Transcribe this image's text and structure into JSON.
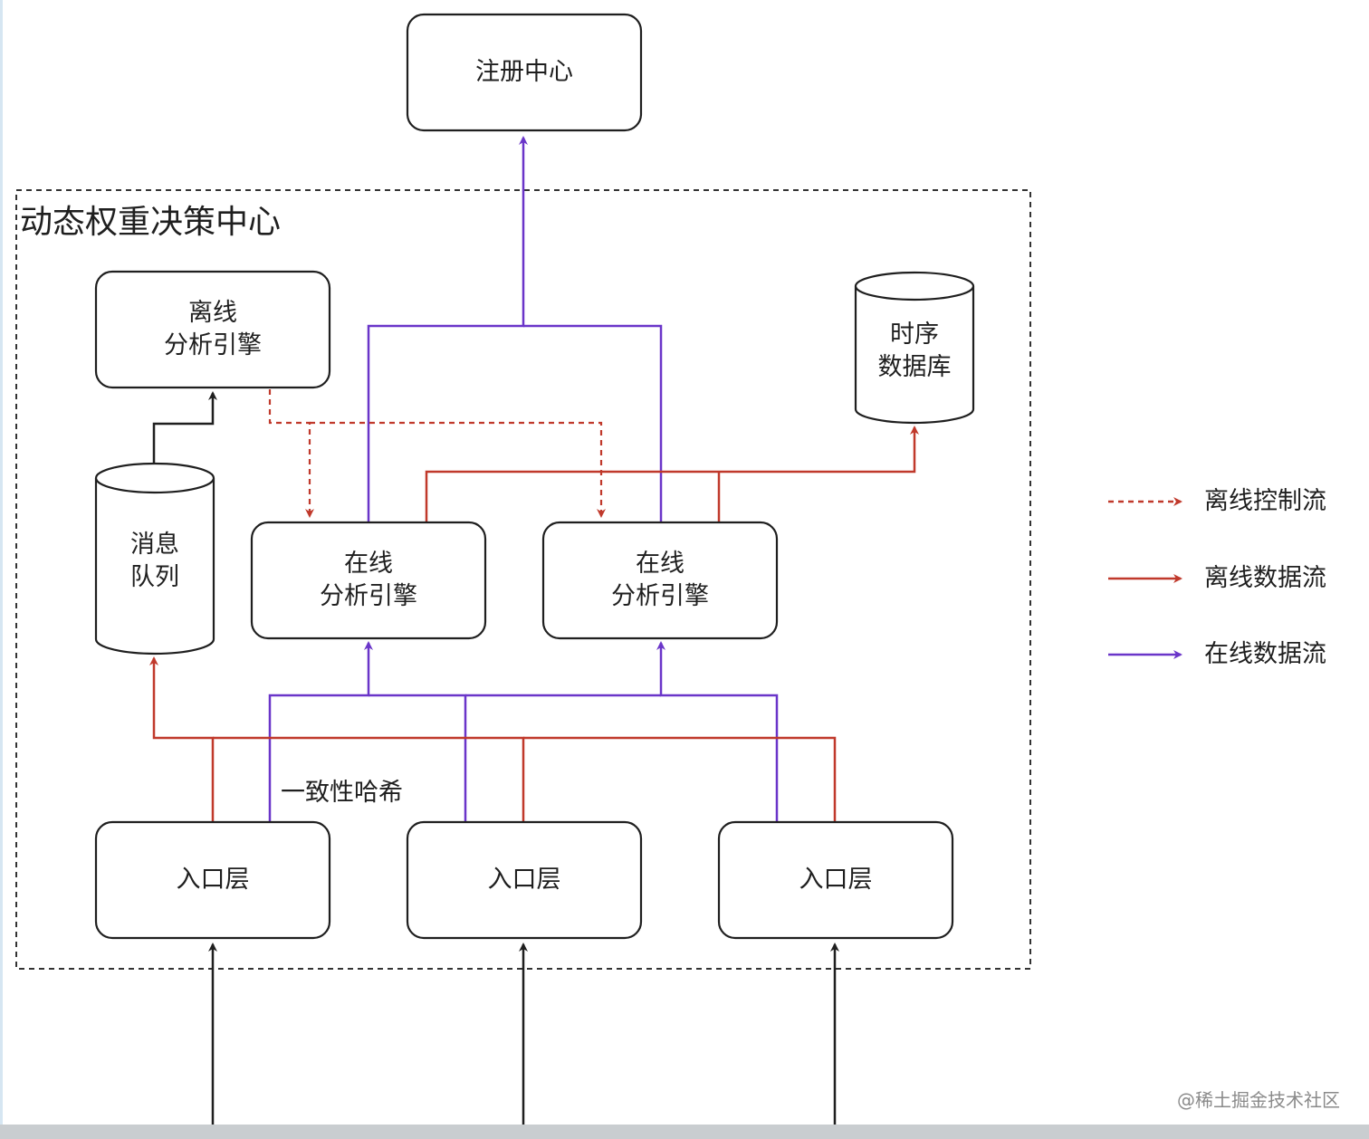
{
  "group": {
    "title": "动态权重决策中心"
  },
  "nodes": {
    "registry": {
      "label": "注册中心"
    },
    "offline_engine": {
      "label": "离线\n分析引擎"
    },
    "tsdb": {
      "label": "时序\n数据库"
    },
    "mq": {
      "label": "消息\n队列"
    },
    "online_engine_1": {
      "label": "在线\n分析引擎"
    },
    "online_engine_2": {
      "label": "在线\n分析引擎"
    },
    "entry_1": {
      "label": "入口层"
    },
    "entry_2": {
      "label": "入口层"
    },
    "entry_3": {
      "label": "入口层"
    }
  },
  "edge_labels": {
    "hash": "一致性哈希"
  },
  "legend": {
    "offline_control": {
      "label": "离线控制流",
      "color": "#c0392b",
      "style": "dashed"
    },
    "offline_data": {
      "label": "离线数据流",
      "color": "#c0392b",
      "style": "solid"
    },
    "online_data": {
      "label": "在线数据流",
      "color": "#6a35c9",
      "style": "solid"
    }
  },
  "colors": {
    "red": "#c0392b",
    "purple": "#6a35c9",
    "black": "#1f1f1f"
  },
  "watermark": "@稀土掘金技术社区"
}
